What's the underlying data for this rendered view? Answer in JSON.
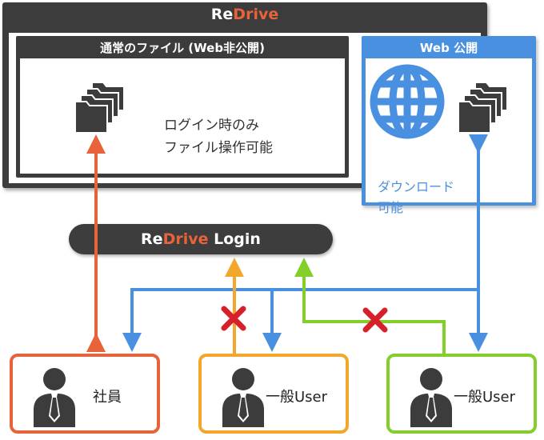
{
  "outer": {
    "title_main": "Re",
    "title_accent": "Drive"
  },
  "normal_panel": {
    "title": "通常のファイル (Web非公開)",
    "desc_line1": "ログイン時のみ",
    "desc_line2": "ファイル操作可能"
  },
  "web_panel": {
    "title": "Web 公開",
    "desc_line1": "ダウンロード",
    "desc_line2": "可能"
  },
  "login": {
    "brand_main": "Re",
    "brand_accent": "Drive",
    "suffix": " Login"
  },
  "users": [
    {
      "label": "社員",
      "color": "#e8633a"
    },
    {
      "label": "一般User",
      "color": "#f2a72a"
    },
    {
      "label": "一般User",
      "color": "#82cf2a"
    }
  ],
  "colors": {
    "dark": "#3c3c3c",
    "orange": "#e8633a",
    "yellow": "#f2a72a",
    "green": "#82cf2a",
    "blue": "#4a90e0",
    "denied": "#d6202a"
  }
}
